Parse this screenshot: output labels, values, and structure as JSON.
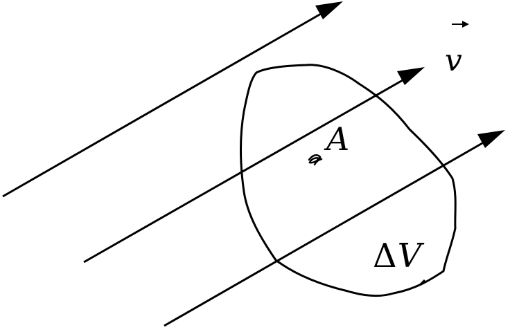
{
  "labels": {
    "velocity": "v",
    "point": "A",
    "volume_delta": "Δ",
    "volume_symbol": "V"
  },
  "colors": {
    "stroke": "#000000",
    "background": "#ffffff"
  },
  "icons": {
    "velocity_vector_mark": "right-arrow-icon",
    "point_marker": "point-scribble-icon"
  }
}
